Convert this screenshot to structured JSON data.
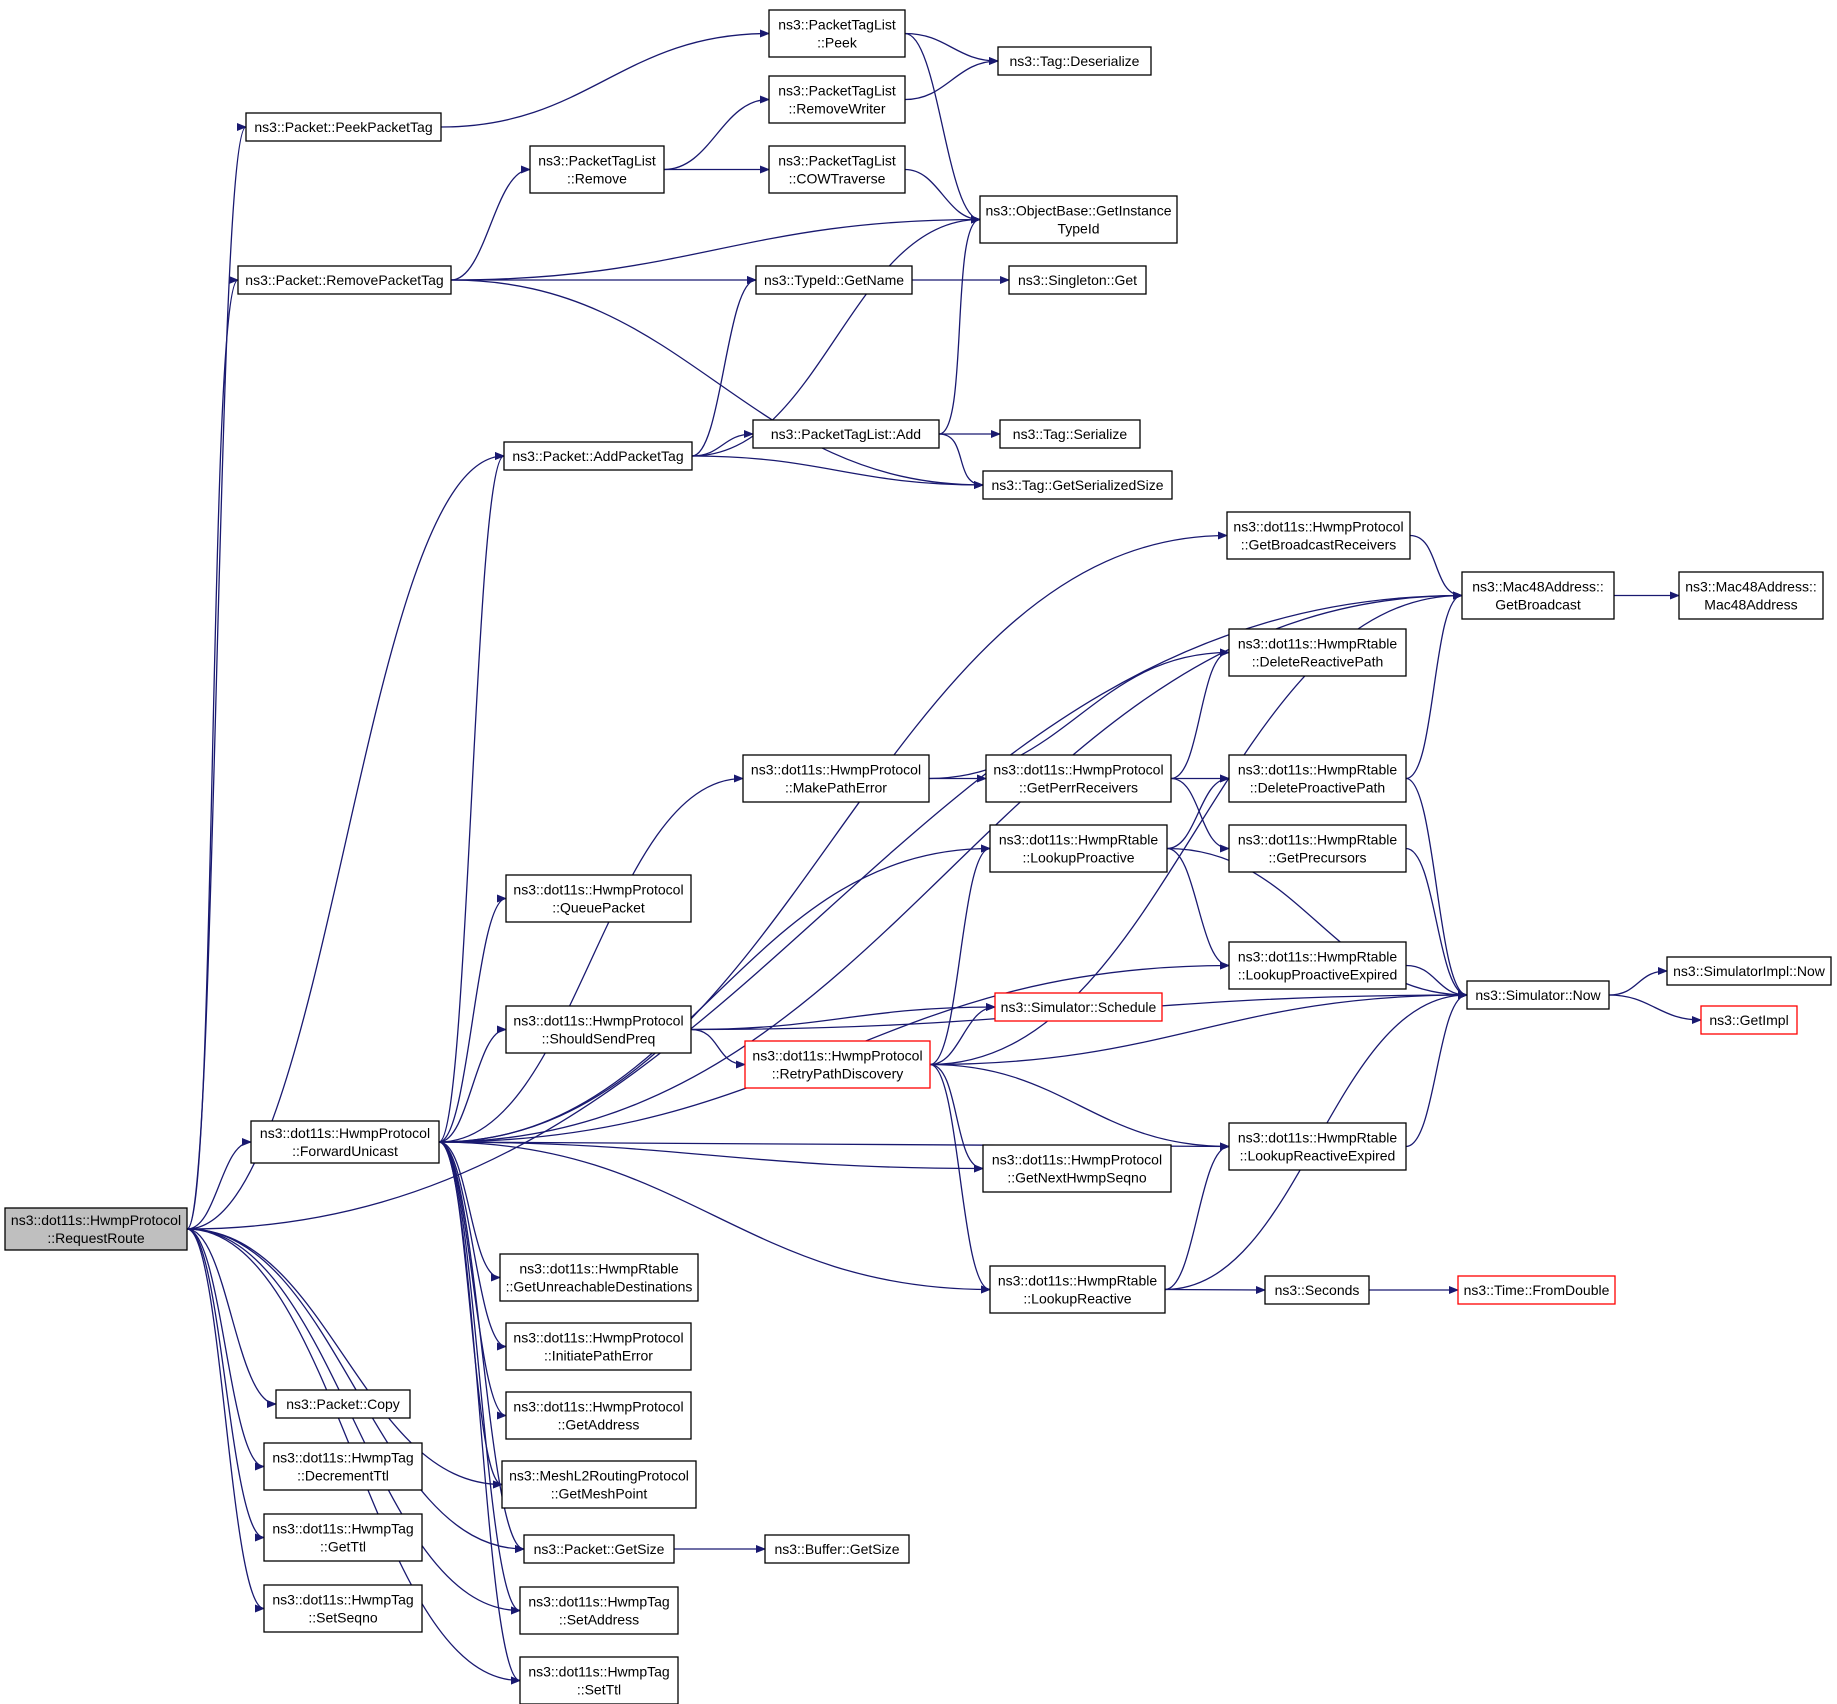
{
  "diagram": {
    "kind": "call-graph",
    "edge_color": "#191970",
    "root_fill": "#bfbfbf",
    "truncated_border_color": "#ff0000",
    "nodes": [
      {
        "id": "root",
        "lines": [
          "ns3::dot11s::HwmpProtocol",
          "::RequestRoute"
        ],
        "root": true
      },
      {
        "id": "peekPacketTag",
        "lines": [
          "ns3::Packet::PeekPacketTag"
        ]
      },
      {
        "id": "removePacketTag",
        "lines": [
          "ns3::Packet::RemovePacketTag"
        ]
      },
      {
        "id": "addPacketTag",
        "lines": [
          "ns3::Packet::AddPacketTag"
        ]
      },
      {
        "id": "forwardUnicast",
        "lines": [
          "ns3::dot11s::HwmpProtocol",
          "::ForwardUnicast"
        ]
      },
      {
        "id": "packetCopy",
        "lines": [
          "ns3::Packet::Copy"
        ]
      },
      {
        "id": "decrementTtl",
        "lines": [
          "ns3::dot11s::HwmpTag",
          "::DecrementTtl"
        ]
      },
      {
        "id": "getTtl",
        "lines": [
          "ns3::dot11s::HwmpTag",
          "::GetTtl"
        ]
      },
      {
        "id": "setSeqno",
        "lines": [
          "ns3::dot11s::HwmpTag",
          "::SetSeqno"
        ]
      },
      {
        "id": "ptlPeek",
        "lines": [
          "ns3::PacketTagList",
          "::Peek"
        ]
      },
      {
        "id": "ptlRemoveWriter",
        "lines": [
          "ns3::PacketTagList",
          "::RemoveWriter"
        ]
      },
      {
        "id": "ptlRemove",
        "lines": [
          "ns3::PacketTagList",
          "::Remove"
        ]
      },
      {
        "id": "ptlCow",
        "lines": [
          "ns3::PacketTagList",
          "::COWTraverse"
        ]
      },
      {
        "id": "tagDeserialize",
        "lines": [
          "ns3::Tag::Deserialize"
        ]
      },
      {
        "id": "getInstanceTypeId",
        "lines": [
          "ns3::ObjectBase::GetInstance",
          "TypeId"
        ]
      },
      {
        "id": "typeIdGetName",
        "lines": [
          "ns3::TypeId::GetName"
        ]
      },
      {
        "id": "singletonGet",
        "lines": [
          "ns3::Singleton::Get"
        ]
      },
      {
        "id": "ptlAdd",
        "lines": [
          "ns3::PacketTagList::Add"
        ]
      },
      {
        "id": "tagSerialize",
        "lines": [
          "ns3::Tag::Serialize"
        ]
      },
      {
        "id": "tagGetSerializedSize",
        "lines": [
          "ns3::Tag::GetSerializedSize"
        ]
      },
      {
        "id": "getBroadcastReceivers",
        "lines": [
          "ns3::dot11s::HwmpProtocol",
          "::GetBroadcastReceivers"
        ]
      },
      {
        "id": "macGetBroadcast",
        "lines": [
          "ns3::Mac48Address::",
          "GetBroadcast"
        ]
      },
      {
        "id": "macCtor",
        "lines": [
          "ns3::Mac48Address::",
          "Mac48Address"
        ]
      },
      {
        "id": "deleteReactivePath",
        "lines": [
          "ns3::dot11s::HwmpRtable",
          "::DeleteReactivePath"
        ]
      },
      {
        "id": "makePathError",
        "lines": [
          "ns3::dot11s::HwmpProtocol",
          "::MakePathError"
        ]
      },
      {
        "id": "getPerrReceivers",
        "lines": [
          "ns3::dot11s::HwmpProtocol",
          "::GetPerrReceivers"
        ]
      },
      {
        "id": "deleteProactivePath",
        "lines": [
          "ns3::dot11s::HwmpRtable",
          "::DeleteProactivePath"
        ]
      },
      {
        "id": "lookupProactive",
        "lines": [
          "ns3::dot11s::HwmpRtable",
          "::LookupProactive"
        ]
      },
      {
        "id": "getPrecursors",
        "lines": [
          "ns3::dot11s::HwmpRtable",
          "::GetPrecursors"
        ]
      },
      {
        "id": "queuePacket",
        "lines": [
          "ns3::dot11s::HwmpProtocol",
          "::QueuePacket"
        ]
      },
      {
        "id": "lookupProactiveExpired",
        "lines": [
          "ns3::dot11s::HwmpRtable",
          "::LookupProactiveExpired"
        ]
      },
      {
        "id": "simulatorNow",
        "lines": [
          "ns3::Simulator::Now"
        ]
      },
      {
        "id": "simImplNow",
        "lines": [
          "ns3::SimulatorImpl::Now"
        ]
      },
      {
        "id": "getImpl",
        "lines": [
          "ns3::GetImpl"
        ],
        "truncated": true
      },
      {
        "id": "shouldSendPreq",
        "lines": [
          "ns3::dot11s::HwmpProtocol",
          "::ShouldSendPreq"
        ]
      },
      {
        "id": "simSchedule",
        "lines": [
          "ns3::Simulator::Schedule"
        ],
        "truncated": true
      },
      {
        "id": "retryPathDiscovery",
        "lines": [
          "ns3::dot11s::HwmpProtocol",
          "::RetryPathDiscovery"
        ],
        "truncated": true
      },
      {
        "id": "getNextHwmpSeqno",
        "lines": [
          "ns3::dot11s::HwmpProtocol",
          "::GetNextHwmpSeqno"
        ]
      },
      {
        "id": "lookupReactiveExpired",
        "lines": [
          "ns3::dot11s::HwmpRtable",
          "::LookupReactiveExpired"
        ]
      },
      {
        "id": "getUnreachable",
        "lines": [
          "ns3::dot11s::HwmpRtable",
          "::GetUnreachableDestinations"
        ]
      },
      {
        "id": "lookupReactive",
        "lines": [
          "ns3::dot11s::HwmpRtable",
          "::LookupReactive"
        ]
      },
      {
        "id": "seconds",
        "lines": [
          "ns3::Seconds"
        ]
      },
      {
        "id": "fromDouble",
        "lines": [
          "ns3::Time::FromDouble"
        ],
        "truncated": true
      },
      {
        "id": "initiatePathError",
        "lines": [
          "ns3::dot11s::HwmpProtocol",
          "::InitiatePathError"
        ]
      },
      {
        "id": "getAddress",
        "lines": [
          "ns3::dot11s::HwmpProtocol",
          "::GetAddress"
        ]
      },
      {
        "id": "getMeshPoint",
        "lines": [
          "ns3::MeshL2RoutingProtocol",
          "::GetMeshPoint"
        ]
      },
      {
        "id": "packetGetSize",
        "lines": [
          "ns3::Packet::GetSize"
        ]
      },
      {
        "id": "bufferGetSize",
        "lines": [
          "ns3::Buffer::GetSize"
        ]
      },
      {
        "id": "setAddress",
        "lines": [
          "ns3::dot11s::HwmpTag",
          "::SetAddress"
        ]
      },
      {
        "id": "setTtl",
        "lines": [
          "ns3::dot11s::HwmpTag",
          "::SetTtl"
        ]
      }
    ],
    "edges": [
      [
        "root",
        "peekPacketTag"
      ],
      [
        "root",
        "removePacketTag"
      ],
      [
        "root",
        "addPacketTag"
      ],
      [
        "root",
        "macGetBroadcast"
      ],
      [
        "root",
        "forwardUnicast"
      ],
      [
        "root",
        "packetCopy"
      ],
      [
        "root",
        "decrementTtl"
      ],
      [
        "root",
        "getTtl"
      ],
      [
        "root",
        "setSeqno"
      ],
      [
        "root",
        "getMeshPoint"
      ],
      [
        "root",
        "packetGetSize"
      ],
      [
        "root",
        "setAddress"
      ],
      [
        "root",
        "setTtl"
      ],
      [
        "peekPacketTag",
        "ptlPeek"
      ],
      [
        "ptlPeek",
        "tagDeserialize"
      ],
      [
        "ptlPeek",
        "getInstanceTypeId"
      ],
      [
        "removePacketTag",
        "ptlRemove"
      ],
      [
        "removePacketTag",
        "getInstanceTypeId"
      ],
      [
        "removePacketTag",
        "typeIdGetName"
      ],
      [
        "removePacketTag",
        "tagGetSerializedSize"
      ],
      [
        "ptlRemove",
        "ptlRemoveWriter"
      ],
      [
        "ptlRemove",
        "ptlCow"
      ],
      [
        "ptlRemoveWriter",
        "tagDeserialize"
      ],
      [
        "ptlCow",
        "getInstanceTypeId"
      ],
      [
        "typeIdGetName",
        "singletonGet"
      ],
      [
        "addPacketTag",
        "typeIdGetName"
      ],
      [
        "addPacketTag",
        "getInstanceTypeId"
      ],
      [
        "addPacketTag",
        "ptlAdd"
      ],
      [
        "addPacketTag",
        "tagGetSerializedSize"
      ],
      [
        "ptlAdd",
        "getInstanceTypeId"
      ],
      [
        "ptlAdd",
        "tagSerialize"
      ],
      [
        "ptlAdd",
        "tagGetSerializedSize"
      ],
      [
        "getBroadcastReceivers",
        "macGetBroadcast"
      ],
      [
        "macGetBroadcast",
        "macCtor"
      ],
      [
        "forwardUnicast",
        "addPacketTag"
      ],
      [
        "forwardUnicast",
        "getBroadcastReceivers"
      ],
      [
        "forwardUnicast",
        "macGetBroadcast"
      ],
      [
        "forwardUnicast",
        "makePathError"
      ],
      [
        "forwardUnicast",
        "lookupProactive"
      ],
      [
        "forwardUnicast",
        "queuePacket"
      ],
      [
        "forwardUnicast",
        "lookupProactiveExpired"
      ],
      [
        "forwardUnicast",
        "shouldSendPreq"
      ],
      [
        "forwardUnicast",
        "getNextHwmpSeqno"
      ],
      [
        "forwardUnicast",
        "lookupReactiveExpired"
      ],
      [
        "forwardUnicast",
        "getUnreachable"
      ],
      [
        "forwardUnicast",
        "lookupReactive"
      ],
      [
        "forwardUnicast",
        "initiatePathError"
      ],
      [
        "forwardUnicast",
        "getAddress"
      ],
      [
        "forwardUnicast",
        "getMeshPoint"
      ],
      [
        "forwardUnicast",
        "packetGetSize"
      ],
      [
        "forwardUnicast",
        "setAddress"
      ],
      [
        "forwardUnicast",
        "setTtl"
      ],
      [
        "makePathError",
        "deleteReactivePath"
      ],
      [
        "makePathError",
        "getPerrReceivers"
      ],
      [
        "getPerrReceivers",
        "deleteReactivePath"
      ],
      [
        "getPerrReceivers",
        "deleteProactivePath"
      ],
      [
        "getPerrReceivers",
        "getPrecursors"
      ],
      [
        "lookupProactive",
        "deleteProactivePath"
      ],
      [
        "lookupProactive",
        "lookupProactiveExpired"
      ],
      [
        "lookupProactive",
        "simulatorNow"
      ],
      [
        "deleteProactivePath",
        "macGetBroadcast"
      ],
      [
        "deleteProactivePath",
        "simulatorNow"
      ],
      [
        "getPrecursors",
        "simulatorNow"
      ],
      [
        "lookupProactiveExpired",
        "simulatorNow"
      ],
      [
        "simulatorNow",
        "simImplNow"
      ],
      [
        "simulatorNow",
        "getImpl"
      ],
      [
        "shouldSendPreq",
        "simulatorNow"
      ],
      [
        "shouldSendPreq",
        "simSchedule"
      ],
      [
        "shouldSendPreq",
        "retryPathDiscovery"
      ],
      [
        "retryPathDiscovery",
        "macGetBroadcast"
      ],
      [
        "retryPathDiscovery",
        "lookupProactive"
      ],
      [
        "retryPathDiscovery",
        "simSchedule"
      ],
      [
        "retryPathDiscovery",
        "simulatorNow"
      ],
      [
        "retryPathDiscovery",
        "getNextHwmpSeqno"
      ],
      [
        "retryPathDiscovery",
        "lookupReactiveExpired"
      ],
      [
        "retryPathDiscovery",
        "lookupReactive"
      ],
      [
        "lookupReactiveExpired",
        "simulatorNow"
      ],
      [
        "lookupReactive",
        "lookupReactiveExpired"
      ],
      [
        "lookupReactive",
        "simulatorNow"
      ],
      [
        "lookupReactive",
        "seconds"
      ],
      [
        "seconds",
        "fromDouble"
      ],
      [
        "packetGetSize",
        "bufferGetSize"
      ]
    ]
  }
}
